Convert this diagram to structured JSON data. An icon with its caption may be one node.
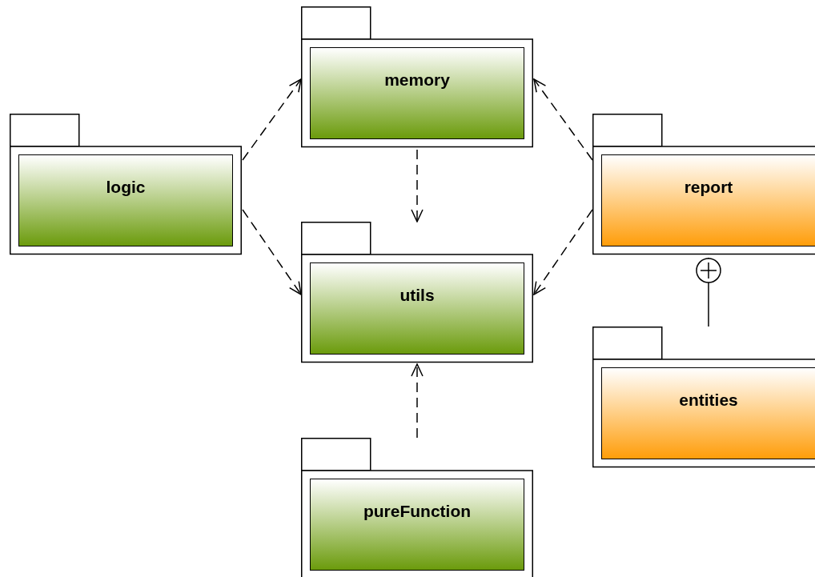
{
  "diagram": {
    "nodes": [
      {
        "text": [
          "memory"
        ]
      },
      {
        "text": [
          "logic"
        ]
      },
      {
        "text": [
          "report"
        ]
      },
      {
        "text": [
          "utils"
        ]
      },
      {
        "text": [
          "entities"
        ]
      },
      {
        "text": [
          "pureFunction"
        ]
      }
    ],
    "edges": [
      {
        "from": 1,
        "to": 0,
        "arrow": "to",
        "style": "dashed"
      },
      {
        "from": 1,
        "to": 3,
        "arrow": "to",
        "style": "dashed"
      },
      {
        "from": 0,
        "to": 3,
        "arrow": "to",
        "style": "dashed"
      },
      {
        "from": 2,
        "to": 0,
        "arrow": "to",
        "style": "dashed"
      },
      {
        "from": 2,
        "to": 3,
        "arrow": "to",
        "style": "dashed"
      },
      {
        "from": 5,
        "to": 3,
        "arrow": "to",
        "style": "dashed"
      },
      {
        "from": 2,
        "to": 4,
        "arrow": "other"
      }
    ]
  }
}
